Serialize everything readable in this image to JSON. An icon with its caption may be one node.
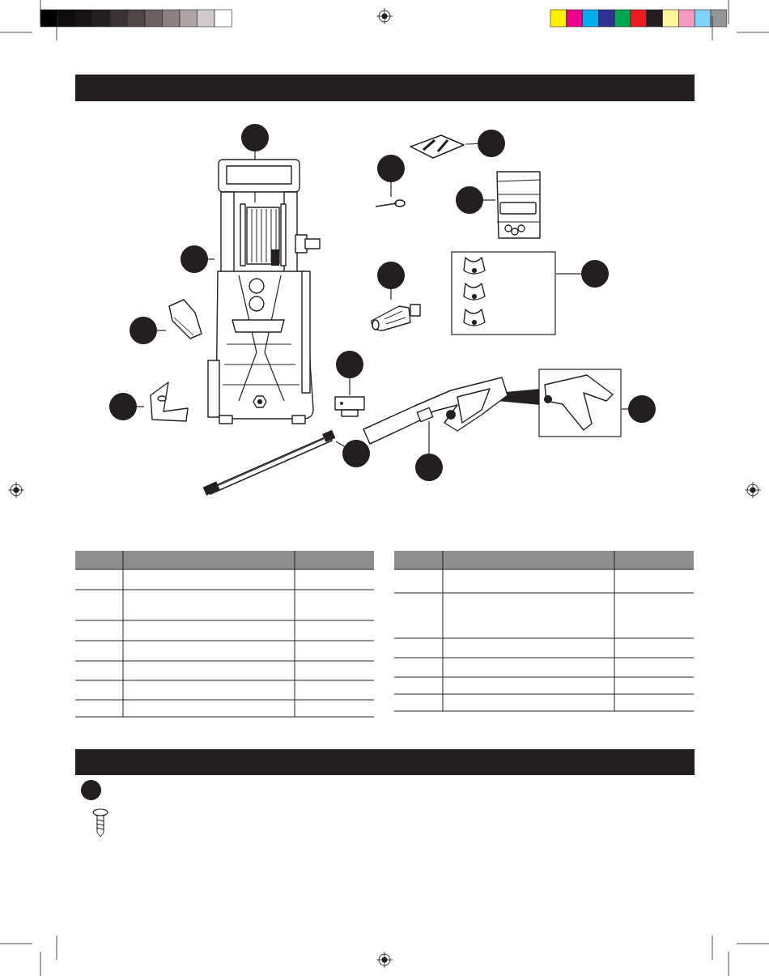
{
  "diagram": {
    "nodes": [
      {
        "text": [],
        "shape": "circle"
      },
      {
        "text": [],
        "shape": "picture"
      },
      {
        "text": [],
        "shape": "picture",
        "in": 1
      },
      {
        "text": [],
        "shape": "circle"
      },
      {
        "text": [],
        "shape": "circle"
      },
      {
        "text": [],
        "shape": "picture"
      },
      {
        "text": [],
        "shape": "picture"
      },
      {
        "text": [],
        "shape": "circle"
      },
      {
        "text": [],
        "shape": "circle"
      },
      {
        "text": [],
        "shape": "picture"
      },
      {
        "text": [],
        "shape": "circle"
      },
      {
        "text": [],
        "shape": "picture"
      },
      {
        "text": [],
        "shape": "picture"
      },
      {
        "text": [],
        "shape": "circle"
      },
      {
        "text": [],
        "shape": "circle"
      },
      {
        "text": [],
        "shape": "picture"
      },
      {
        "text": [],
        "shape": "circle"
      },
      {
        "text": [],
        "shape": "picture"
      },
      {
        "text": [],
        "shape": "circle"
      },
      {
        "text": [],
        "shape": "picture"
      },
      {
        "text": [],
        "shape": "picture"
      },
      {
        "text": [],
        "shape": "circle"
      },
      {
        "text": [],
        "shape": "picture"
      },
      {
        "text": [],
        "shape": "circle"
      },
      {
        "text": [],
        "shape": "picture"
      },
      {
        "text": [],
        "shape": "circle"
      },
      {
        "text": [],
        "shape": "circle"
      }
    ],
    "edges": [
      {
        "from": 0,
        "to": 2,
        "arrow": "none"
      },
      {
        "from": 3,
        "to": 1,
        "arrow": "none"
      },
      {
        "from": 4,
        "to": 5,
        "arrow": "none"
      },
      {
        "from": 7,
        "to": 6,
        "arrow": "none"
      },
      {
        "from": 8,
        "to": 9,
        "arrow": "none"
      },
      {
        "from": 10,
        "to": 11,
        "arrow": "none"
      },
      {
        "from": 13,
        "to": 12,
        "arrow": "none"
      },
      {
        "from": 14,
        "to": 15,
        "arrow": "none"
      },
      {
        "from": 16,
        "to": 17,
        "arrow": "none"
      },
      {
        "from": 18,
        "to": 19,
        "arrow": "none"
      },
      {
        "from": 21,
        "to": 20,
        "arrow": "none"
      },
      {
        "from": 23,
        "to": 22,
        "arrow": "none"
      },
      {
        "from": 25,
        "to": 24,
        "arrow": "none"
      }
    ]
  }
}
